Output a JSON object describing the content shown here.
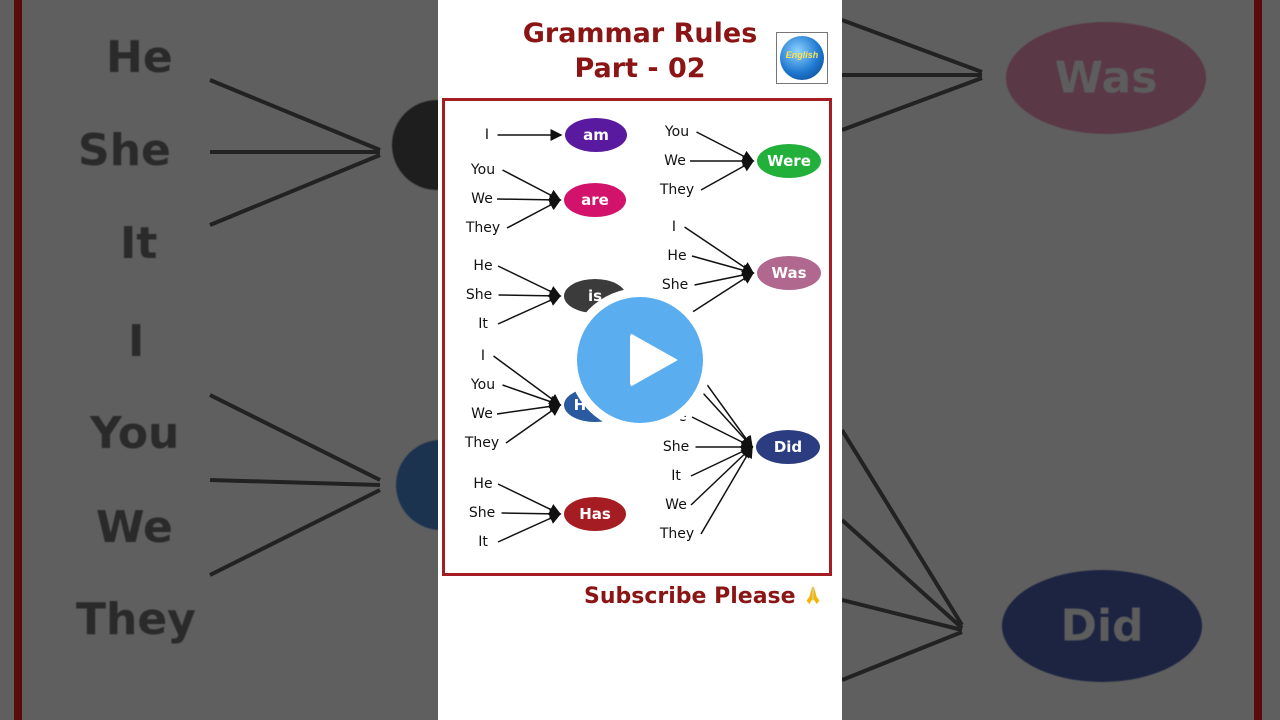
{
  "header": {
    "title_line1": "Grammar Rules",
    "title_line2": "Part - 02",
    "logo_text": "English",
    "footer": "Subscribe Please",
    "footer_icon": "folded-hands-icon"
  },
  "colors": {
    "title": "#8b1414",
    "border": "#a51d22",
    "play": "#5aaef0"
  },
  "rules": [
    {
      "verb": "am",
      "color": "#5a1aa0",
      "pronouns": [
        "I"
      ]
    },
    {
      "verb": "are",
      "color": "#d3136b",
      "pronouns": [
        "You",
        "We",
        "They"
      ]
    },
    {
      "verb": "is",
      "color": "#3b3b3b",
      "pronouns": [
        "He",
        "She",
        "It"
      ]
    },
    {
      "verb": "Have",
      "color": "#2a5aa0",
      "pronouns": [
        "I",
        "You",
        "We",
        "They"
      ]
    },
    {
      "verb": "Has",
      "color": "#a51d22",
      "pronouns": [
        "He",
        "She",
        "It"
      ]
    },
    {
      "verb": "Were",
      "color": "#22b03a",
      "pronouns": [
        "You",
        "We",
        "They"
      ]
    },
    {
      "verb": "Was",
      "color": "#b0688e",
      "pronouns": [
        "I",
        "He",
        "She",
        "It"
      ]
    },
    {
      "verb": "Did",
      "color": "#2b3c80",
      "pronouns": [
        "I",
        "You",
        "He",
        "She",
        "It",
        "We",
        "They"
      ]
    }
  ],
  "background": {
    "left_words": [
      "He",
      "She",
      "It",
      "I",
      "You",
      "We",
      "They"
    ],
    "right_was": "Was",
    "right_did": "Did"
  }
}
